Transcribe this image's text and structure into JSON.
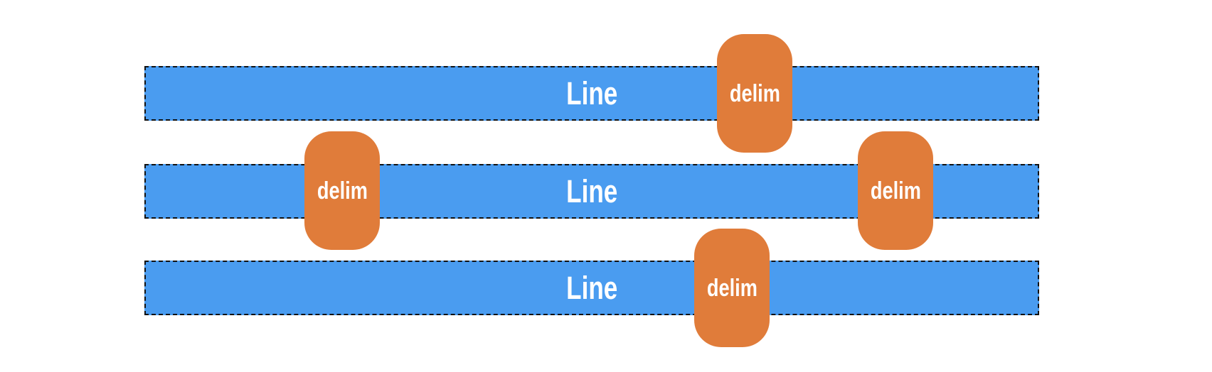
{
  "figure": {
    "background": "#FFFFFF",
    "type": "lines-and-delimiters-diagram",
    "rows": [
      {
        "label": "Line",
        "delimiters": [
          {
            "label": "delim",
            "position_fraction": 0.68
          }
        ]
      },
      {
        "label": "Line",
        "delimiters": [
          {
            "label": "delim",
            "position_fraction": 0.22
          },
          {
            "label": "delim",
            "position_fraction": 0.84
          }
        ]
      },
      {
        "label": "Line",
        "delimiters": [
          {
            "label": "delim",
            "position_fraction": 0.66
          }
        ]
      }
    ],
    "colors": {
      "line_fill": "#4A9CF0",
      "line_border": "#111111",
      "delim_fill": "#E07C3A",
      "label_text": "#FFFFFF"
    }
  }
}
